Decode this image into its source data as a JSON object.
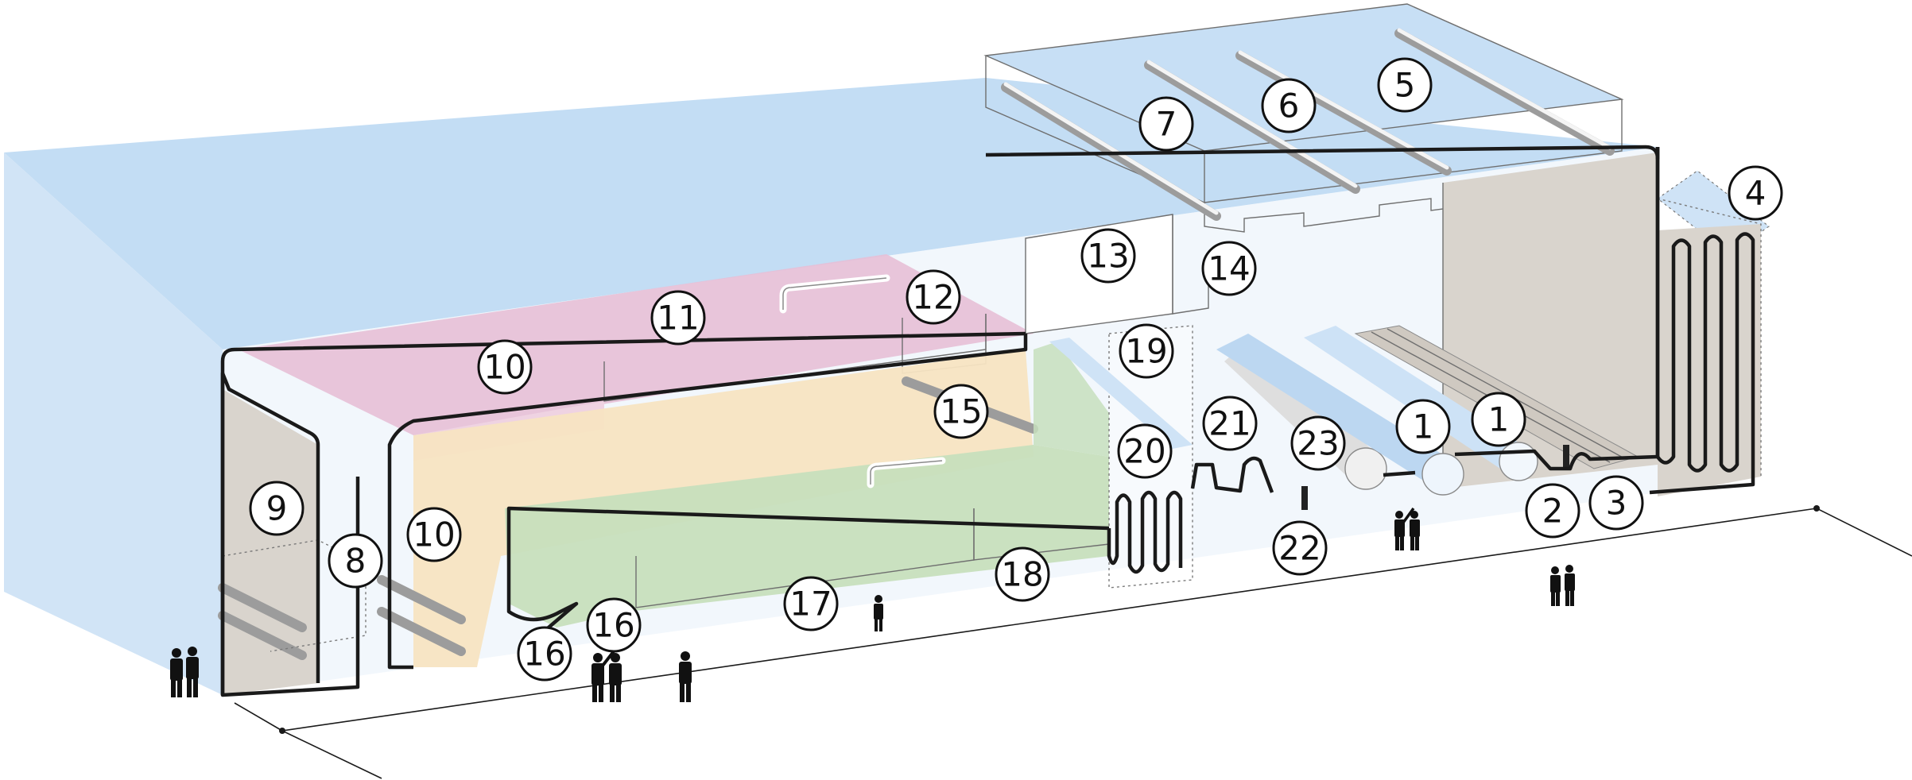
{
  "diagram": {
    "type": "cutaway-process-line",
    "colors": {
      "enclosure_blue": "#cfe3f6",
      "roof_blue": "#c3ddf4",
      "section_pink": "#e7bfd6",
      "section_peach": "#f7e4c2",
      "section_green": "#c7dfbd",
      "section_gray": "#d9d4cd",
      "outline": "#1a1a1a"
    },
    "callouts": [
      {
        "label": "1"
      },
      {
        "label": "1"
      },
      {
        "label": "2"
      },
      {
        "label": "3"
      },
      {
        "label": "4"
      },
      {
        "label": "5"
      },
      {
        "label": "6"
      },
      {
        "label": "7"
      },
      {
        "label": "8"
      },
      {
        "label": "9"
      },
      {
        "label": "10"
      },
      {
        "label": "10"
      },
      {
        "label": "11"
      },
      {
        "label": "12"
      },
      {
        "label": "13"
      },
      {
        "label": "14"
      },
      {
        "label": "15"
      },
      {
        "label": "16"
      },
      {
        "label": "16"
      },
      {
        "label": "17"
      },
      {
        "label": "18"
      },
      {
        "label": "19"
      },
      {
        "label": "20"
      },
      {
        "label": "21"
      },
      {
        "label": "22"
      },
      {
        "label": "23"
      }
    ],
    "human_figures": [
      {
        "icon": "two-people-icon"
      },
      {
        "icon": "two-people-pointing-icon"
      },
      {
        "icon": "person-icon"
      },
      {
        "icon": "person-icon"
      },
      {
        "icon": "two-people-pointing-icon"
      },
      {
        "icon": "two-people-icon"
      }
    ]
  }
}
